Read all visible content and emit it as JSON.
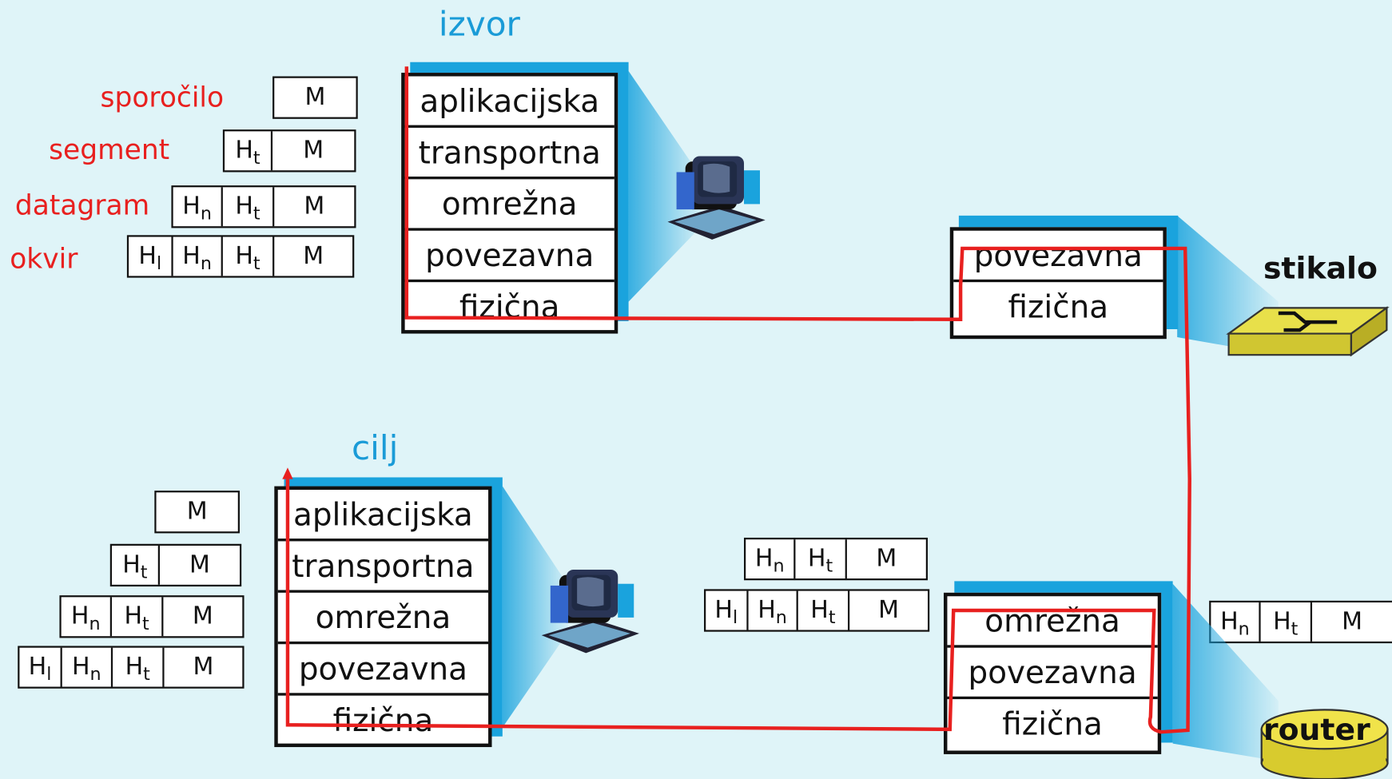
{
  "titles": {
    "source": "izvor",
    "destination": "cilj"
  },
  "pdu_labels": {
    "message": "sporočilo",
    "segment": "segment",
    "datagram": "datagram",
    "frame": "okvir"
  },
  "layers": {
    "application": "aplikacijska",
    "transport": "transportna",
    "network": "omrežna",
    "link": "povezavna",
    "physical": "fizična"
  },
  "devices": {
    "switch": "stikalo",
    "router": "router"
  },
  "headers": {
    "H": "H",
    "t": "t",
    "n": "n",
    "l": "l",
    "M": "M"
  },
  "colors": {
    "background": "#dff4f8",
    "path": "#e8201f",
    "title": "#1a9bd7",
    "stack_shadow": "#1aa3dd",
    "switch": "#e8e04a",
    "router": "#f0e34a"
  }
}
